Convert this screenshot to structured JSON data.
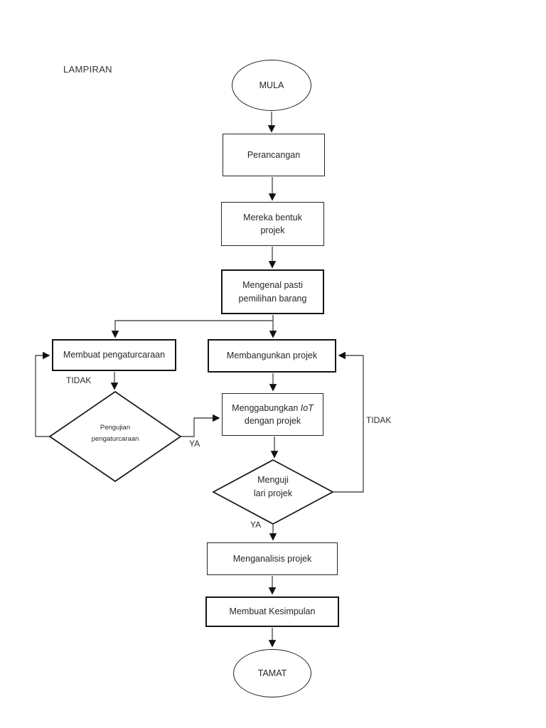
{
  "colors": {
    "background": "#ffffff",
    "shape_border": "#1c1c1c",
    "connector_line": "#4f4f4f",
    "arrowhead": "#111111",
    "text": "#262626"
  },
  "annotation": {
    "label": "LAMPIRAN"
  },
  "nodes": {
    "start": {
      "type": "terminator",
      "label": "MULA"
    },
    "planning": {
      "type": "process",
      "label": "Perancangan"
    },
    "design": {
      "type": "process",
      "line1": "Mereka bentuk",
      "line2": "projek"
    },
    "identify": {
      "type": "process",
      "line1": "Mengenal pasti",
      "line2": "pemilihan barang"
    },
    "programming": {
      "type": "process",
      "label": "Membuat pengaturcaraan"
    },
    "develop": {
      "type": "process",
      "label": "Membangunkan projek"
    },
    "test_programming": {
      "type": "decision",
      "line1": "Pengujian",
      "line2": "pengaturcaraan"
    },
    "integrate": {
      "type": "process",
      "line1_prefix": "Menggabungkan ",
      "line1_italic": "IoT",
      "line2": "dengan projek"
    },
    "test_run": {
      "type": "decision",
      "line1": "Menguji",
      "line2": "lari projek"
    },
    "analyze": {
      "type": "process",
      "label": "Menganalisis projek"
    },
    "conclude": {
      "type": "process",
      "label": "Membuat Kesimpulan"
    },
    "end": {
      "type": "terminator",
      "label": "TAMAT"
    }
  },
  "edge_labels": {
    "programming_no": "TIDAK",
    "test_programming_yes": "YA",
    "test_run_no": "TIDAK",
    "test_run_yes": "YA"
  },
  "edges": [
    {
      "from": "start",
      "to": "planning"
    },
    {
      "from": "planning",
      "to": "design"
    },
    {
      "from": "design",
      "to": "identify"
    },
    {
      "from": "identify",
      "to": "programming"
    },
    {
      "from": "identify",
      "to": "develop"
    },
    {
      "from": "programming",
      "to": "test_programming"
    },
    {
      "from": "test_programming",
      "to": "programming",
      "label": "TIDAK"
    },
    {
      "from": "test_programming",
      "to": "integrate",
      "label": "YA"
    },
    {
      "from": "develop",
      "to": "integrate"
    },
    {
      "from": "integrate",
      "to": "test_run"
    },
    {
      "from": "test_run",
      "to": "develop",
      "label": "TIDAK"
    },
    {
      "from": "test_run",
      "to": "analyze",
      "label": "YA"
    },
    {
      "from": "analyze",
      "to": "conclude"
    },
    {
      "from": "conclude",
      "to": "end"
    }
  ]
}
